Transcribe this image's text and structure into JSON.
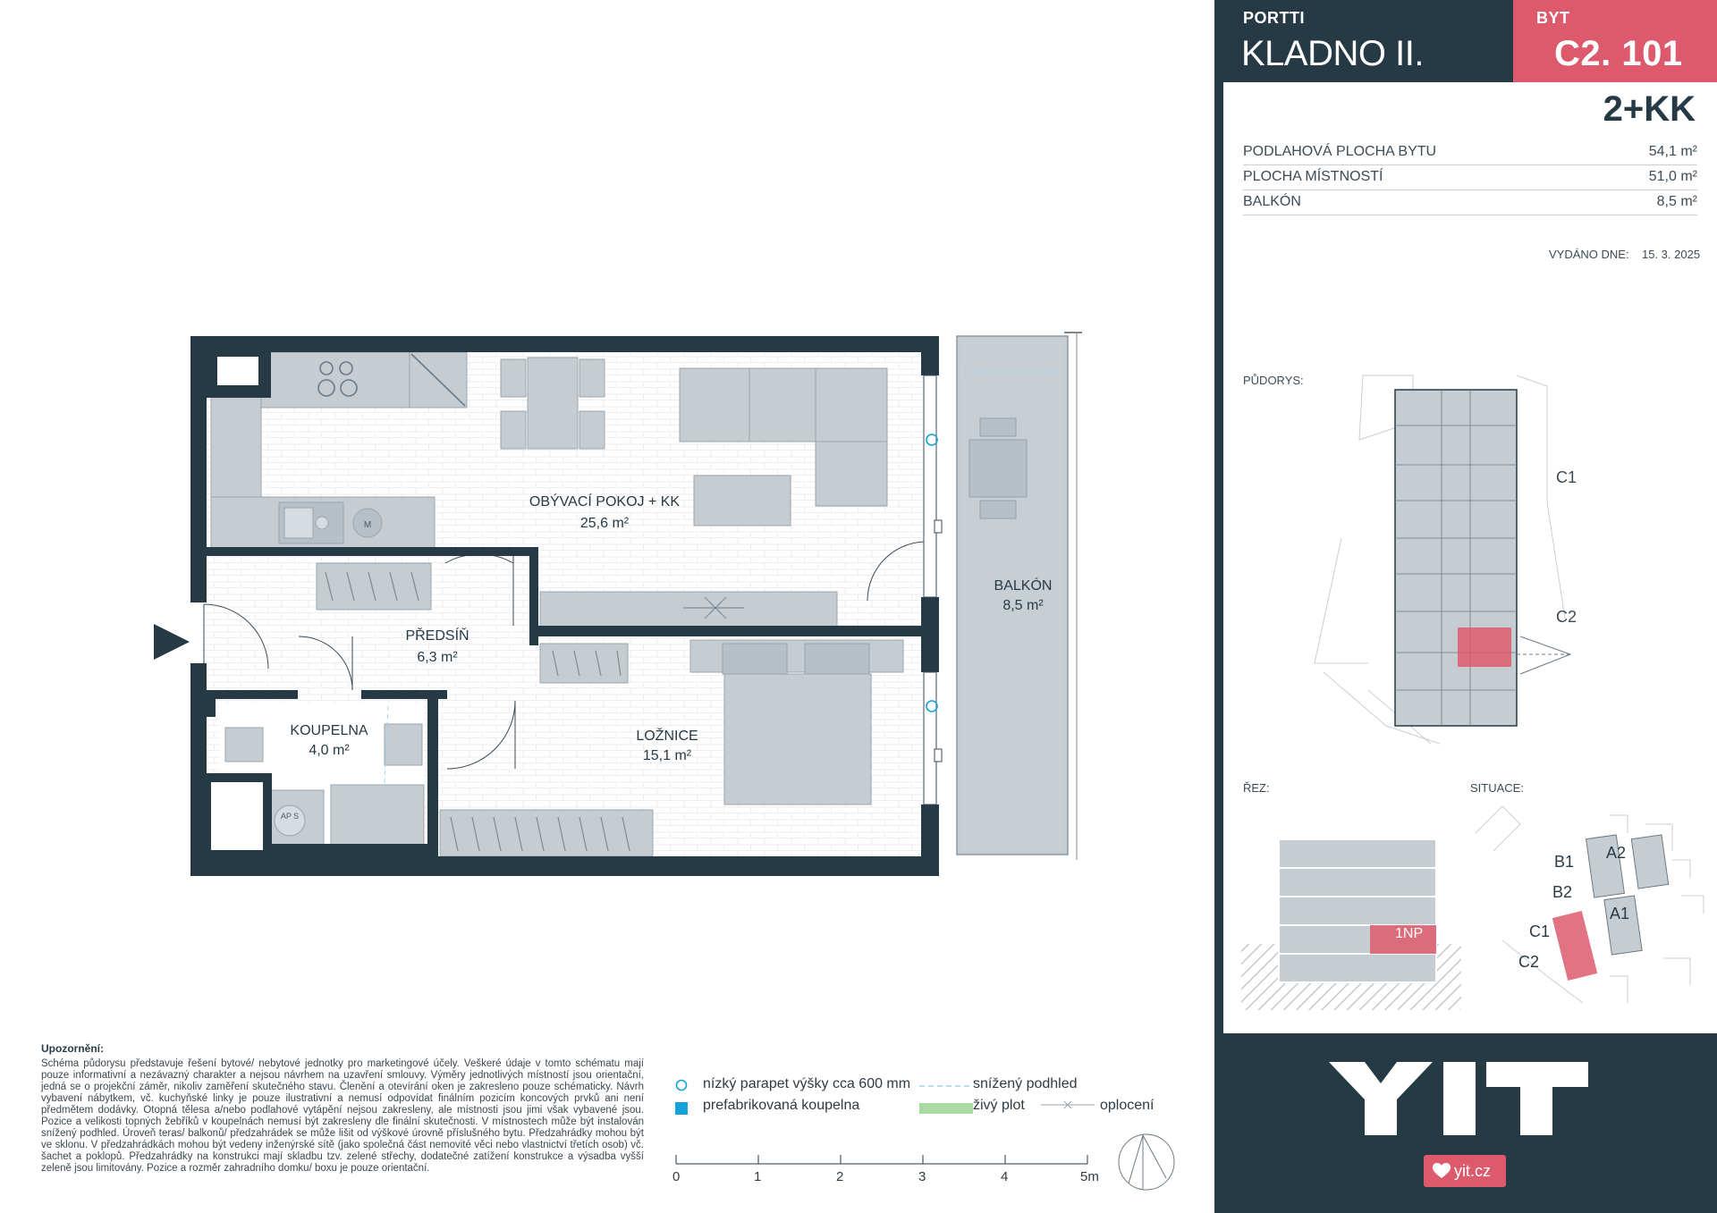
{
  "header": {
    "brand": "PORTTI",
    "project": "KLADNO II.",
    "unit_label": "BYT",
    "unit_id": "C2. 101"
  },
  "summary": {
    "layout_type": "2+KK",
    "areas": [
      {
        "label": "PODLAHOVÁ PLOCHA BYTU",
        "value": "54,1 m²"
      },
      {
        "label": "PLOCHA MÍSTNOSTÍ",
        "value": "51,0 m²"
      },
      {
        "label": "BALKÓN",
        "value": "8,5 m²"
      }
    ],
    "issued_label": "VYDÁNO DNE:",
    "issued_date": "15. 3. 2025"
  },
  "floorplan": {
    "rooms": [
      {
        "id": "living",
        "name": "OBÝVACÍ POKOJ + KK",
        "area": "25,6 m²"
      },
      {
        "id": "balcony",
        "name": "BALKÓN",
        "area": "8,5 m²"
      },
      {
        "id": "hall",
        "name": "PŘEDSÍŇ",
        "area": "6,3 m²"
      },
      {
        "id": "bathroom",
        "name": "KOUPELNA",
        "area": "4,0 m²"
      },
      {
        "id": "bedroom",
        "name": "LOŽNICE",
        "area": "15,1 m²"
      }
    ],
    "fixtures": {
      "hob": "M",
      "riser": "AP S"
    }
  },
  "site": {
    "plan_label": "PŮDORYS:",
    "plan_markers": [
      "C1",
      "C2"
    ],
    "section_label": "ŘEZ:",
    "section_floor": "1NP",
    "situation_label": "SITUACE:",
    "buildings": [
      "A2",
      "B1",
      "B2",
      "A1",
      "C1",
      "C2"
    ]
  },
  "notice": {
    "title": "Upozornění:",
    "text": "Schéma půdorysu představuje řešení bytové/ nebytové jednotky pro marketingové účely. Veškeré údaje v tomto schématu mají pouze informativní a nezávazný charakter a nejsou návrhem na uzavření smlouvy. Výměry jednotlivých místností jsou orientační, jedná se o projekční záměr, nikoliv zaměření skutečného stavu. Členění a otevírání oken je zakresleno pouze schématicky. Návrh vybavení nábytkem, vč. kuchyňské linky je pouze ilustrativní a nemusí odpovídat finálním pozicím koncových prvků ani není předmětem dodávky. Otopná tělesa a/nebo podlahové vytápění nejsou zakresleny, ale místnosti jsou jimi však vybavené jsou. Pozice a velikosti topných žebříků v koupelnách nemusí být zakresleny dle finální skutečnosti. V místnostech může být instalován snížený podhled. Úroveň teras/ balkonů/ předzahrádek se může lišit od výškové úrovně příslušného bytu. Předzahrádky mohou být ve sklonu. V předzahrádkách mohou být vedeny inženýrské sítě (jako společná část nemovité věci nebo vlastnictví třetích osob) vč. šachet a poklopů. Předzahrádky na konstrukci mají skladbu tzv. zelené střechy, dodatečné zatížení konstrukce a výsadba vyšší zeleně jsou limitovány. Pozice a rozměr zahradního domku/ boxu je pouze orientační."
  },
  "legend": [
    {
      "icon": "low-parapet-icon",
      "label": "nízký parapet výšky cca 600 mm"
    },
    {
      "icon": "prefab-bathroom-icon",
      "label": "prefabrikovaná koupelna"
    },
    {
      "icon": "lowered-ceiling-icon",
      "label": "snížený podhled"
    },
    {
      "icon": "hedge-icon",
      "label": "živý plot"
    },
    {
      "icon": "fence-icon",
      "label": "oplocení"
    }
  ],
  "scale": {
    "ticks": [
      "0",
      "1",
      "2",
      "3",
      "4",
      "5m"
    ]
  },
  "brand": {
    "logo": "YIT",
    "website": "yit.cz"
  },
  "colors": {
    "navy": "#263a46",
    "accent": "#dd5a6c",
    "furniture": "#c5ccd2",
    "wall": "#263a46"
  }
}
